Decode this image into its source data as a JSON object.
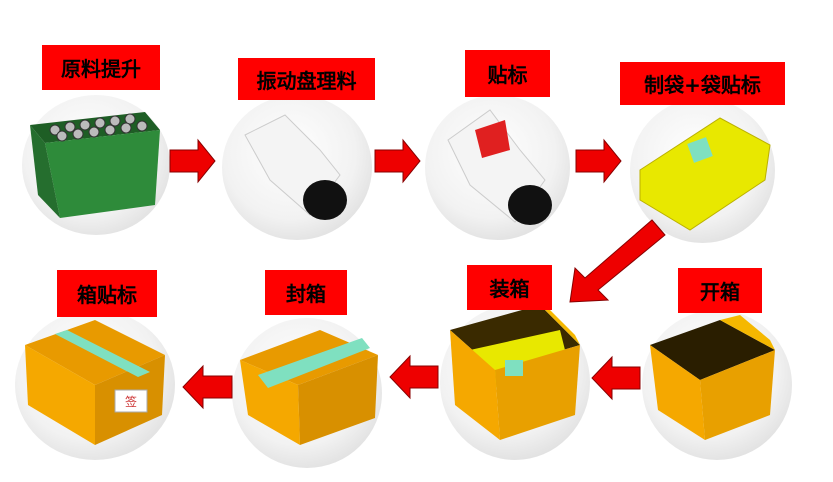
{
  "steps": [
    {
      "label": "原料提升"
    },
    {
      "label": "振动盘理料"
    },
    {
      "label": "贴标"
    },
    {
      "label": "制袋+袋贴标"
    },
    {
      "label": "开箱"
    },
    {
      "label": "装箱"
    },
    {
      "label": "封箱"
    },
    {
      "label": "箱贴标"
    }
  ],
  "box_label_text": "签",
  "colors": {
    "label_bg": "#ff0000",
    "arrow": "#ee0000",
    "box": "#f5a800",
    "tape": "#7fe0c0",
    "bin": "#2e8b3a",
    "bag": "#e8e800"
  }
}
